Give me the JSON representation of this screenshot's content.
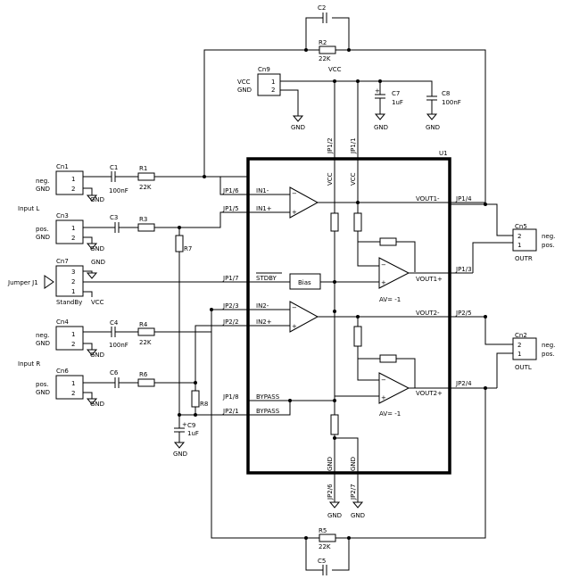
{
  "ic": {
    "label": "U1"
  },
  "pins": {
    "in1m": "JP1/6",
    "in1p": "JP1/5",
    "stby": "JP1/7",
    "in2m": "JP2/3",
    "in2p": "JP2/2",
    "bypass1": "JP1/8",
    "bypass2": "JP2/1",
    "vcc1": "JP1/2",
    "vcc2": "JP1/1",
    "gnd1": "JP2/6",
    "gnd2": "JP2/7",
    "out1m": "JP1/4",
    "out1p": "JP1/3",
    "out2m": "JP2/5",
    "out2p": "JP2/4"
  },
  "signals": {
    "in1m": "IN1-",
    "in1p": "IN1+",
    "stby": "STDBY",
    "in2m": "IN2-",
    "in2p": "IN2+",
    "bypass1": "BYPASS",
    "bypass2": "BYPASS",
    "vout1m": "VOUT1-",
    "vout1p": "VOUT1+",
    "vout2m": "VOUT2-",
    "vout2p": "VOUT2+",
    "vcc_a": "VCC",
    "vcc_b": "VCC",
    "gnd_a": "GND",
    "gnd_b": "GND"
  },
  "bias": "Bias",
  "gain": {
    "a": "AV= -1",
    "b": "AV= -1"
  },
  "components": {
    "C1": {
      "name": "C1",
      "value": "100nF"
    },
    "C2": {
      "name": "C2"
    },
    "C3": {
      "name": "C3"
    },
    "C4": {
      "name": "C4",
      "value": "100nF"
    },
    "C5": {
      "name": "C5"
    },
    "C6": {
      "name": "C6"
    },
    "C7": {
      "name": "C7",
      "value": "1uF"
    },
    "C8": {
      "name": "C8",
      "value": "100nF"
    },
    "C9": {
      "name": "C9",
      "value": "1uF"
    },
    "R1": {
      "name": "R1",
      "value": "22K"
    },
    "R2": {
      "name": "R2",
      "value": "22K"
    },
    "R3": {
      "name": "R3"
    },
    "R4": {
      "name": "R4",
      "value": "22K"
    },
    "R5": {
      "name": "R5",
      "value": "22K"
    },
    "R6": {
      "name": "R6"
    },
    "R7": {
      "name": "R7"
    },
    "R8": {
      "name": "R8"
    }
  },
  "connectors": {
    "cn1": {
      "name": "Cn1",
      "labels": [
        "neg.",
        "GND"
      ],
      "pins": [
        "1",
        "2"
      ]
    },
    "cn3": {
      "name": "Cn3",
      "labels": [
        "pos.",
        "GND"
      ],
      "pins": [
        "1",
        "2"
      ]
    },
    "cn7": {
      "name": "Cn7",
      "sub": "StandBy",
      "pins": [
        "3",
        "2",
        "1"
      ]
    },
    "cn4": {
      "name": "Cn4",
      "labels": [
        "neg.",
        "GND"
      ],
      "pins": [
        "1",
        "2"
      ]
    },
    "cn6": {
      "name": "Cn6",
      "labels": [
        "pos.",
        "GND"
      ],
      "pins": [
        "1",
        "2"
      ]
    },
    "cn9": {
      "name": "Cn9",
      "labels": [
        "VCC",
        "GND"
      ],
      "pins": [
        "1",
        "2"
      ]
    },
    "cn5": {
      "name": "Cn5",
      "labels": [
        "neg.",
        "pos."
      ],
      "sub": "OUTR",
      "pins": [
        "2",
        "1"
      ]
    },
    "cn2": {
      "name": "Cn2",
      "labels": [
        "neg.",
        "pos."
      ],
      "sub": "OUTL",
      "pins": [
        "2",
        "1"
      ]
    }
  },
  "inputs": {
    "left": "Input L",
    "right": "Input R",
    "jumper": "Jumper J1"
  },
  "power": {
    "gnd": "GND",
    "vcc": "VCC"
  }
}
